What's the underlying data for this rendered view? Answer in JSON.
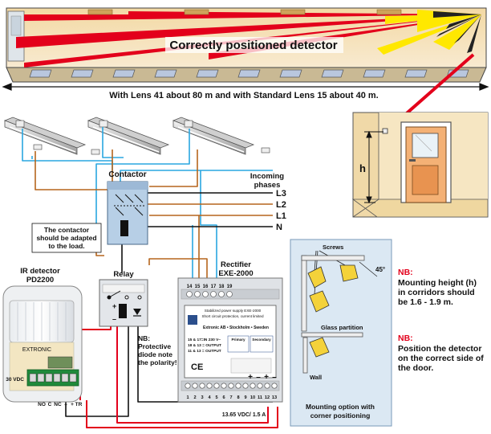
{
  "corridor": {
    "caption": "Correctly positioned detector",
    "range_note": "With Lens 41 about 80 m and with Standard Lens 15 about 40 m."
  },
  "door_view": {
    "height_label": "h"
  },
  "wiring": {
    "contactor_label": "Contactor",
    "incoming_title_1": "Incoming",
    "incoming_title_2": "phases",
    "phases": [
      "L3",
      "L2",
      "L1",
      "N"
    ],
    "contactor_note": [
      "The contactor",
      "should be adapted",
      "to the load."
    ],
    "relay_label": "Relay",
    "diode_note": [
      "NB:",
      "Protective",
      "diode note",
      "the polarity!"
    ]
  },
  "detector": {
    "title_1": "IR detector",
    "title_2": "PD2200",
    "brand": "EXTRONIC",
    "terminal_voltage": "30 VDC",
    "terminal_labels": [
      "NO",
      "C",
      "NC",
      "–",
      "+",
      "TR"
    ]
  },
  "rectifier": {
    "title_1": "Rectifier",
    "title_2": "EXE-2000",
    "top_terminals": [
      "14",
      "15",
      "16",
      "17",
      "18",
      "19"
    ],
    "bottom_terminals": [
      "1",
      "2",
      "3",
      "4",
      "5",
      "6",
      "7",
      "8",
      "9",
      "10",
      "11",
      "12",
      "13"
    ],
    "label_lines": [
      "Stabilized power supply EXE-2000",
      "Short circuit protection, current limited"
    ],
    "company": "Extronic AB • Stockholm • Sweden",
    "spec_lines": [
      "15 & 17=IN 230 V~",
      "18 & 13 = OUTPUT",
      "11 & 13 = OUTPUT"
    ],
    "primary_label": "Primary",
    "secondary_label": "Secondary",
    "polarity_marks": [
      "+",
      "–",
      "+",
      "–"
    ],
    "output_rating": "13.65 VDC/ 1.5 A"
  },
  "mounting": {
    "screws_label": "Screws",
    "angle_label": "45°",
    "glass_label": "Glass partition",
    "wall_label": "Wall",
    "caption_1": "Mounting option with",
    "caption_2": "corner positioning"
  },
  "notes": {
    "nb1_title": "NB:",
    "nb1_lines": [
      "Mounting height (h)",
      "in corridors should",
      "be 1.6 - 1.9 m."
    ],
    "nb2_title": "NB:",
    "nb2_lines": [
      "Position the detector",
      "on the correct side of",
      "the door."
    ]
  },
  "colors": {
    "beam_red": "#e3001b",
    "beam_yellow": "#ffe800",
    "corridor_fill": "#f5e3b8",
    "wire_blue": "#2aa7e0",
    "wire_brown": "#b5651d",
    "panel_blue": "#dbe8f3",
    "door_orange": "#e89350"
  }
}
